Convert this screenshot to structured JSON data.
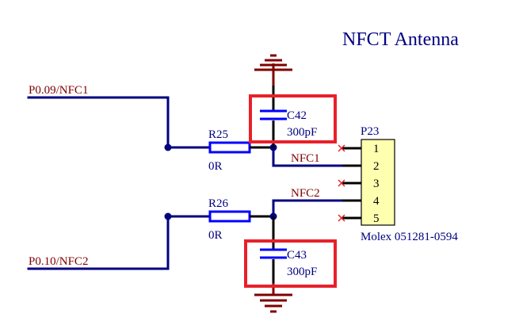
{
  "title": "NFCT Antenna",
  "nets": {
    "in1": "P0.09/NFC1",
    "in2": "P0.10/NFC2",
    "nfc1": "NFC1",
    "nfc2": "NFC2"
  },
  "components": {
    "r25": {
      "designator": "R25",
      "value": "0R"
    },
    "r26": {
      "designator": "R26",
      "value": "0R"
    },
    "c42": {
      "designator": "C42",
      "value": "300pF",
      "highlighted": true
    },
    "c43": {
      "designator": "C43",
      "value": "300pF",
      "highlighted": true
    },
    "p23": {
      "designator": "P23",
      "part": "Molex 051281-0594",
      "pins": [
        "1",
        "2",
        "3",
        "4",
        "5"
      ],
      "no_connect_pins": [
        "1",
        "3",
        "5"
      ]
    }
  },
  "colors": {
    "wire": "#000080",
    "net_label": "#7f0000",
    "designator": "#00007f",
    "ground": "#7f0000",
    "highlight": "#e8202a",
    "connector_fill": "#ffffb0",
    "capacitor": "#0000ff",
    "resistor": "#0000ff"
  }
}
